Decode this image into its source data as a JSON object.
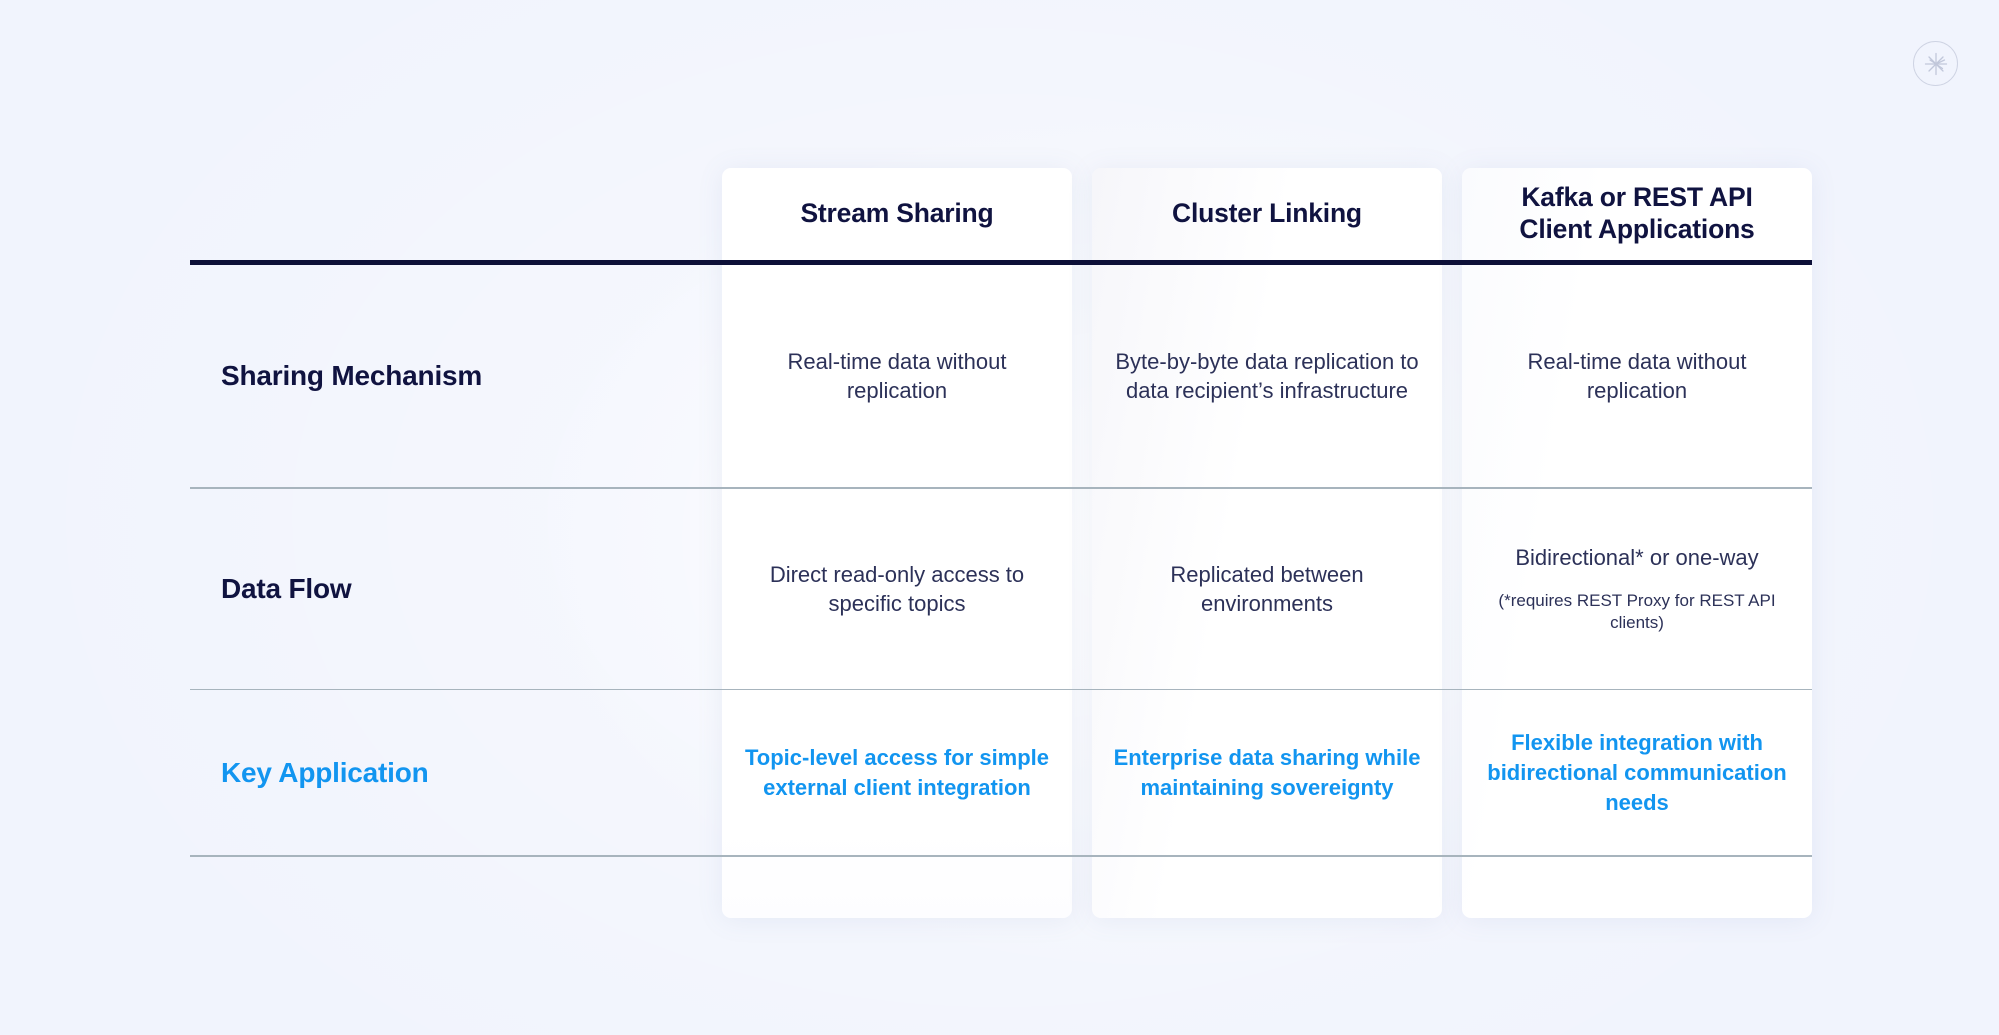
{
  "badge": {
    "icon": "sparkle-icon"
  },
  "colors": {
    "background": "#f1f4fd",
    "heading": "#101340",
    "body_text": "#2c3158",
    "accent": "#1295f0",
    "rule_dark": "#0d1038",
    "rule_light": "#a7b4bd",
    "card": "#ffffff"
  },
  "table": {
    "columns": [
      {
        "header": "Stream Sharing"
      },
      {
        "header": "Cluster Linking"
      },
      {
        "header": "Kafka or REST API Client Applications"
      }
    ],
    "rows": [
      {
        "label": "Sharing Mechanism",
        "accent": false,
        "cells": [
          {
            "text": "Real-time data without replication",
            "note": ""
          },
          {
            "text": "Byte-by-byte data replication to data recipient’s infrastructure",
            "note": ""
          },
          {
            "text": "Real-time data without replication",
            "note": ""
          }
        ]
      },
      {
        "label": "Data Flow",
        "accent": false,
        "cells": [
          {
            "text": "Direct read-only access to specific topics",
            "note": ""
          },
          {
            "text": "Replicated between environments",
            "note": ""
          },
          {
            "text": "Bidirectional* or one-way",
            "note": "(*requires REST Proxy for REST API clients)"
          }
        ]
      },
      {
        "label": "Key Application",
        "accent": true,
        "cells": [
          {
            "text": "Topic-level access for simple external client integration",
            "note": ""
          },
          {
            "text": "Enterprise data sharing while maintaining sovereignty",
            "note": ""
          },
          {
            "text": "Flexible integration with bidirectional communication needs",
            "note": ""
          }
        ]
      }
    ]
  }
}
